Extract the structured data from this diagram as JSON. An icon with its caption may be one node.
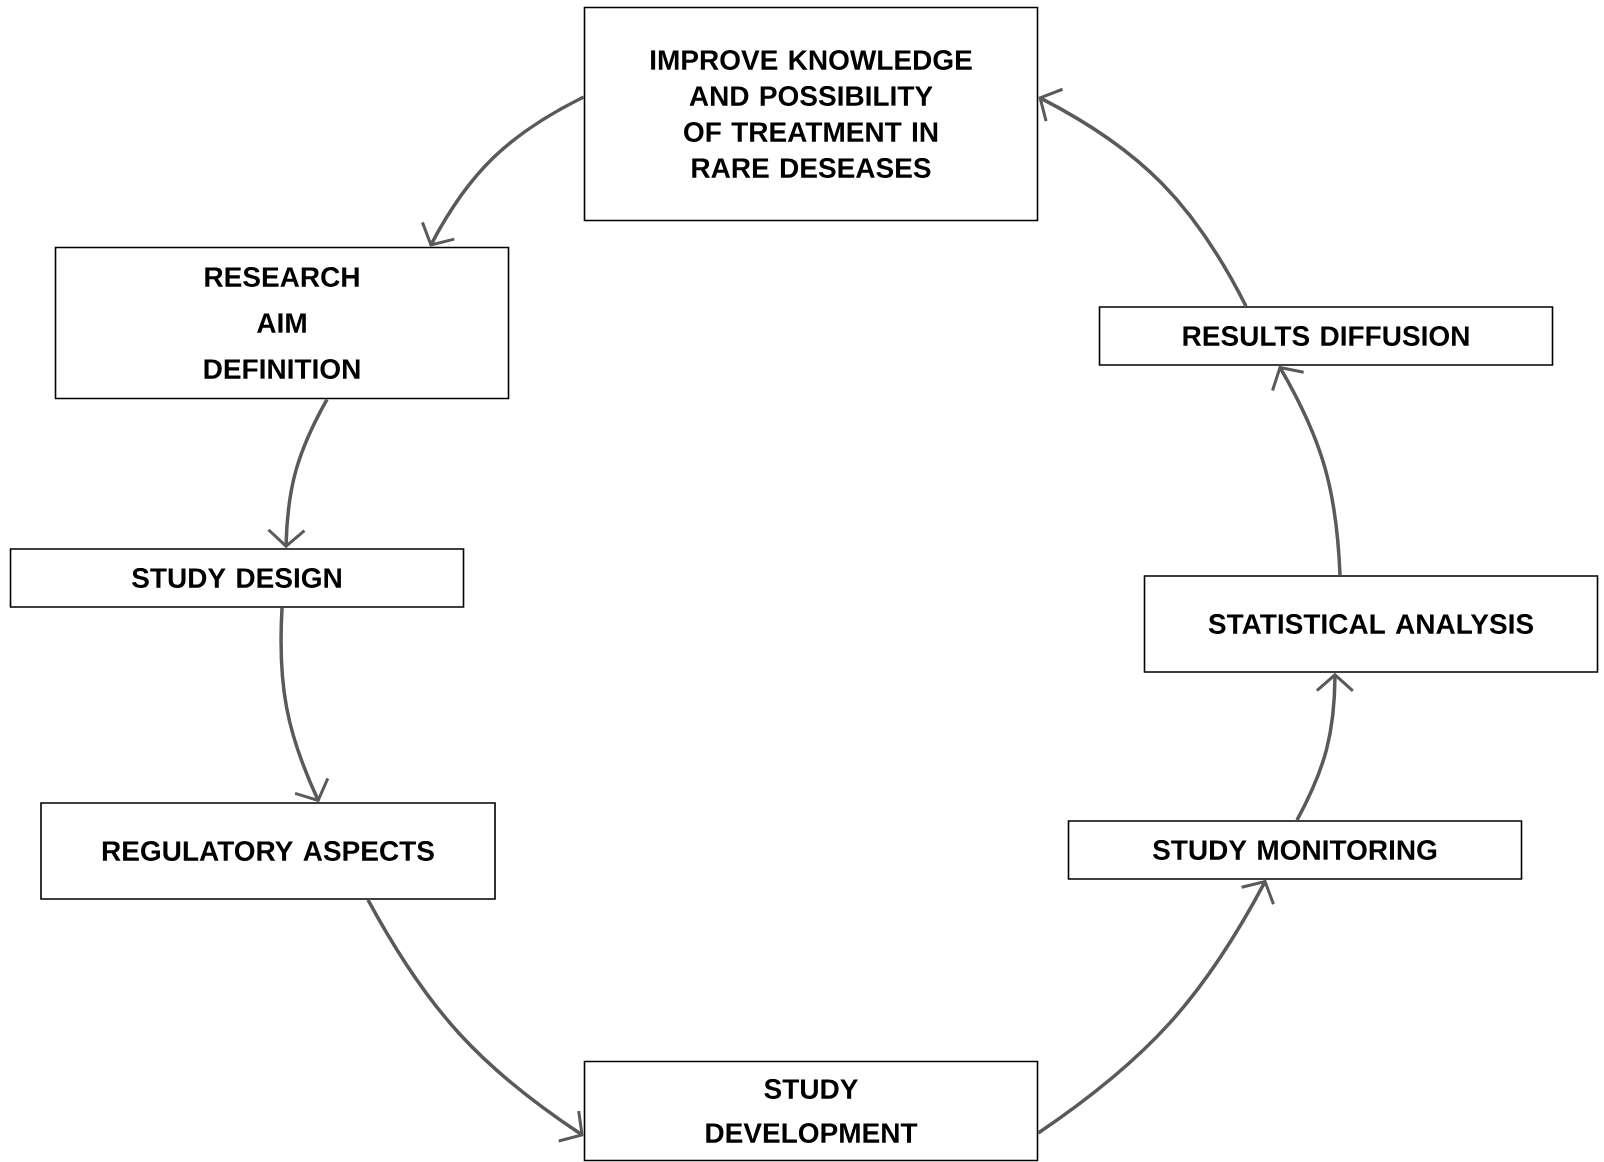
{
  "diagram": {
    "nodes": [
      {
        "text": [
          "IMPROVE KNOWLEDGE AND POSSIBILITY OF TREATMENT IN RARE DESEASES"
        ]
      },
      {
        "text": [
          "RESEARCH AIM DEFINITION"
        ]
      },
      {
        "text": [
          "STUDY DESIGN"
        ]
      },
      {
        "text": [
          "REGULATORY ASPECTS"
        ]
      },
      {
        "text": [
          "STUDY DEVELOPMENT"
        ]
      },
      {
        "text": [
          "STUDY MONITORING"
        ]
      },
      {
        "text": [
          "STATISTICAL ANALYSIS"
        ]
      },
      {
        "text": [
          "RESULTS DIFFUSION"
        ]
      }
    ],
    "edges": [
      {
        "from": 0,
        "to": 1,
        "arrow": "to"
      },
      {
        "from": 1,
        "to": 2,
        "arrow": "to"
      },
      {
        "from": 2,
        "to": 3,
        "arrow": "to"
      },
      {
        "from": 3,
        "to": 4,
        "arrow": "to"
      },
      {
        "from": 4,
        "to": 5,
        "arrow": "to"
      },
      {
        "from": 5,
        "to": 6,
        "arrow": "to"
      },
      {
        "from": 6,
        "to": 7,
        "arrow": "to"
      },
      {
        "from": 7,
        "to": 0,
        "arrow": "to"
      }
    ]
  }
}
